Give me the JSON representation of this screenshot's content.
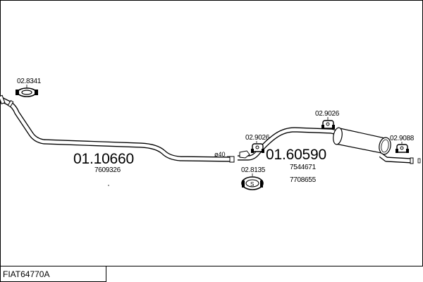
{
  "diagram": {
    "model_code": "FIAT64770A",
    "front_pipe": {
      "part_number": "01.10660",
      "oem_refs": [
        "7609326"
      ],
      "diameter_label": "ø40"
    },
    "rear_silencer": {
      "part_number": "01.60590",
      "oem_refs": [
        "7544671",
        "7708655"
      ]
    },
    "fittings": [
      {
        "code": "02.8341",
        "type": "clamp"
      },
      {
        "code": "02.9026",
        "type": "rubber-hanger"
      },
      {
        "code": "02.8135",
        "type": "gasket-ring"
      },
      {
        "code": "02.9026",
        "type": "rubber-hanger"
      },
      {
        "code": "02.9088",
        "type": "rubber-hanger"
      }
    ]
  }
}
